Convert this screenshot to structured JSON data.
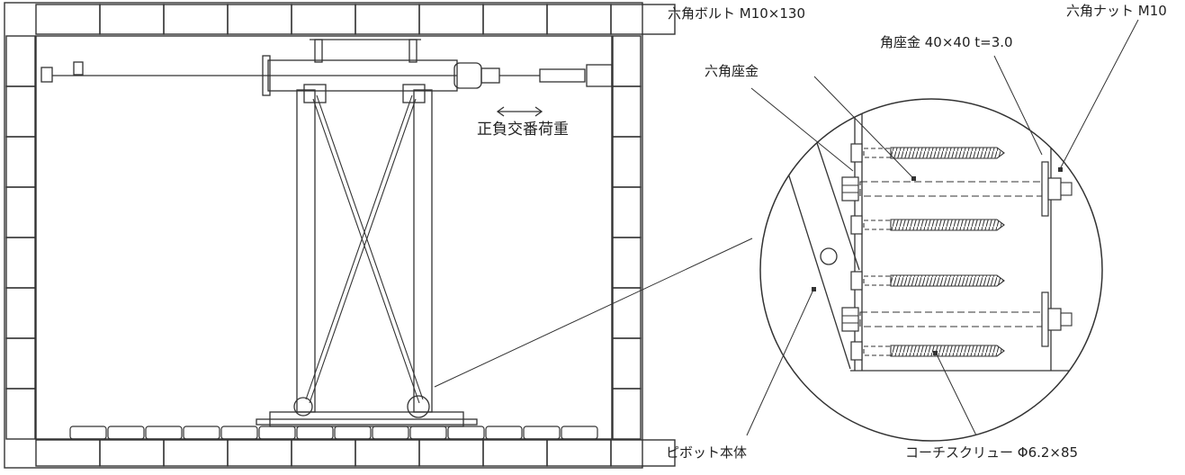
{
  "diagram": {
    "load_label": "正負交番荷重",
    "callouts": {
      "hex_bolt": "六角ボルト M10×130",
      "hex_nut": "六角ナット M10",
      "square_washer": "角座金 40×40 t=3.0",
      "hex_washer": "六角座金",
      "pivot_body": "ピボット本体",
      "coach_screw": "コーチスクリュー Φ6.2×85"
    }
  },
  "colors": {
    "line": "#2b2b2b",
    "background": "#ffffff"
  }
}
